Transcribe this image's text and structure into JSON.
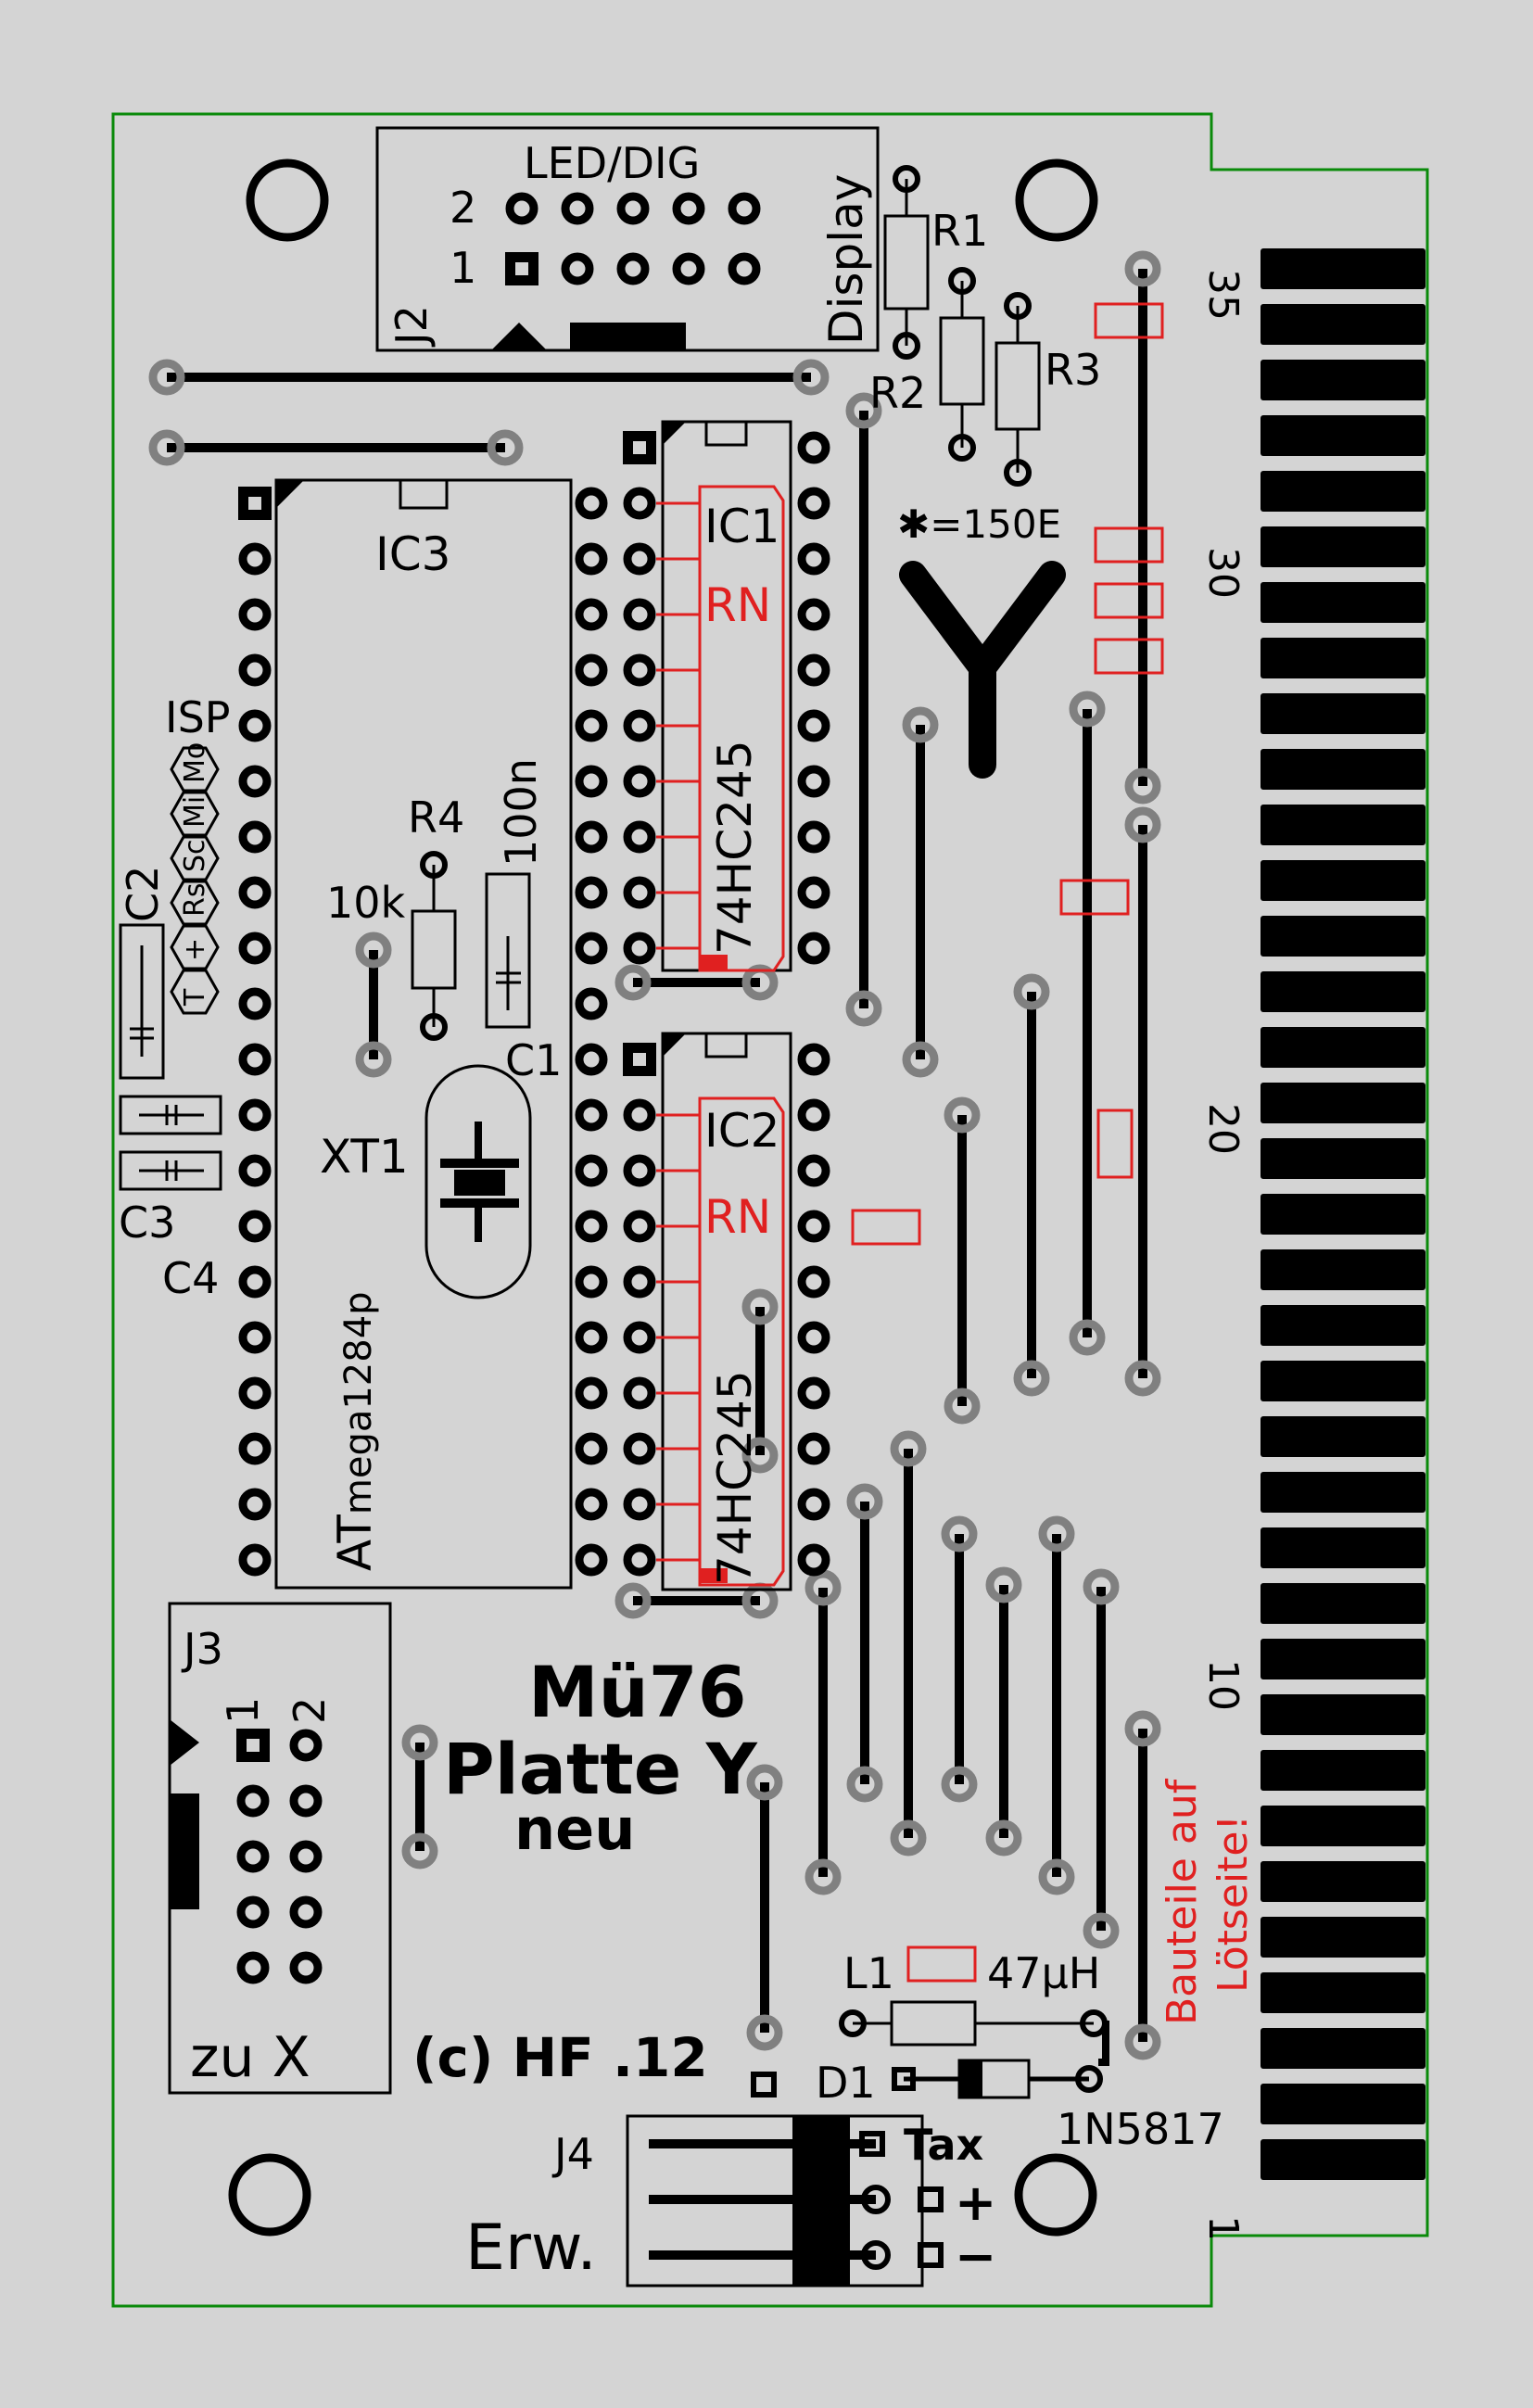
{
  "board": {
    "title_line1": "Mü76",
    "title_line2": "Platte Y",
    "title_line3": "neu",
    "big_letter": "Y",
    "copyright": "(c) HF .12",
    "solder_note_line1": "Bauteile auf",
    "solder_note_line2": "Lötseite!",
    "colors": {
      "background": "#d4d4d4",
      "outline": "#0a8a0a",
      "silk": "#000000",
      "pad": "#808080",
      "accent": "#e02020"
    }
  },
  "j2": {
    "ref": "J2",
    "label_top": "LED/DIG",
    "label_side": "Display",
    "pin_row2": "2",
    "pin_row1": "1"
  },
  "resistors": {
    "r1": "R1",
    "r2": "R2",
    "r3": "R3",
    "value_note": "✱=150E",
    "r4": "R4",
    "r4_value": "10k"
  },
  "ic1": {
    "ref": "IC1",
    "rn": "RN",
    "part": "74HC245"
  },
  "ic2": {
    "ref": "IC2",
    "rn": "RN",
    "part": "74HC245"
  },
  "ic3": {
    "ref": "IC3",
    "part_prefix": "AT",
    "part_suffix": "mega1284p"
  },
  "caps": {
    "c1": "C1",
    "c1_value": "100n",
    "c2": "C2",
    "c3": "C3",
    "c4": "C4"
  },
  "xt1": {
    "ref": "XT1"
  },
  "isp": {
    "ref": "ISP",
    "pins": [
      "Mo",
      "Mi",
      "Sc",
      "Rs",
      "+",
      "T"
    ]
  },
  "j3": {
    "ref": "J3",
    "pin1": "1",
    "pin2": "2",
    "dest": "zu X"
  },
  "j4": {
    "ref": "J4",
    "label": "Erw.",
    "pin_tax": "Tax",
    "pin_plus": "+",
    "pin_minus": "−"
  },
  "l1": {
    "ref": "L1",
    "value": "47µH"
  },
  "d1": {
    "ref": "D1",
    "value": "1N5817"
  },
  "edge": {
    "labels": [
      "35",
      "30",
      "20",
      "10",
      "1"
    ]
  }
}
